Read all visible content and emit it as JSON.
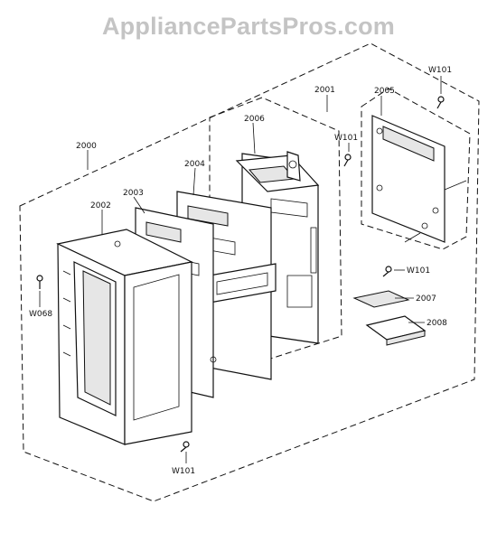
{
  "watermark": "AppliancePartsPros.com",
  "callouts": {
    "c2000": "2000",
    "c2001": "2001",
    "c2002": "2002",
    "c2003": "2003",
    "c2004": "2004",
    "c2005": "2005",
    "c2006": "2006",
    "c2007": "2007",
    "c2008": "2008",
    "w101_top": "W101",
    "w101_mid": "W101",
    "w101_right": "W101",
    "w101_bottom": "W101",
    "w068": "W068"
  }
}
